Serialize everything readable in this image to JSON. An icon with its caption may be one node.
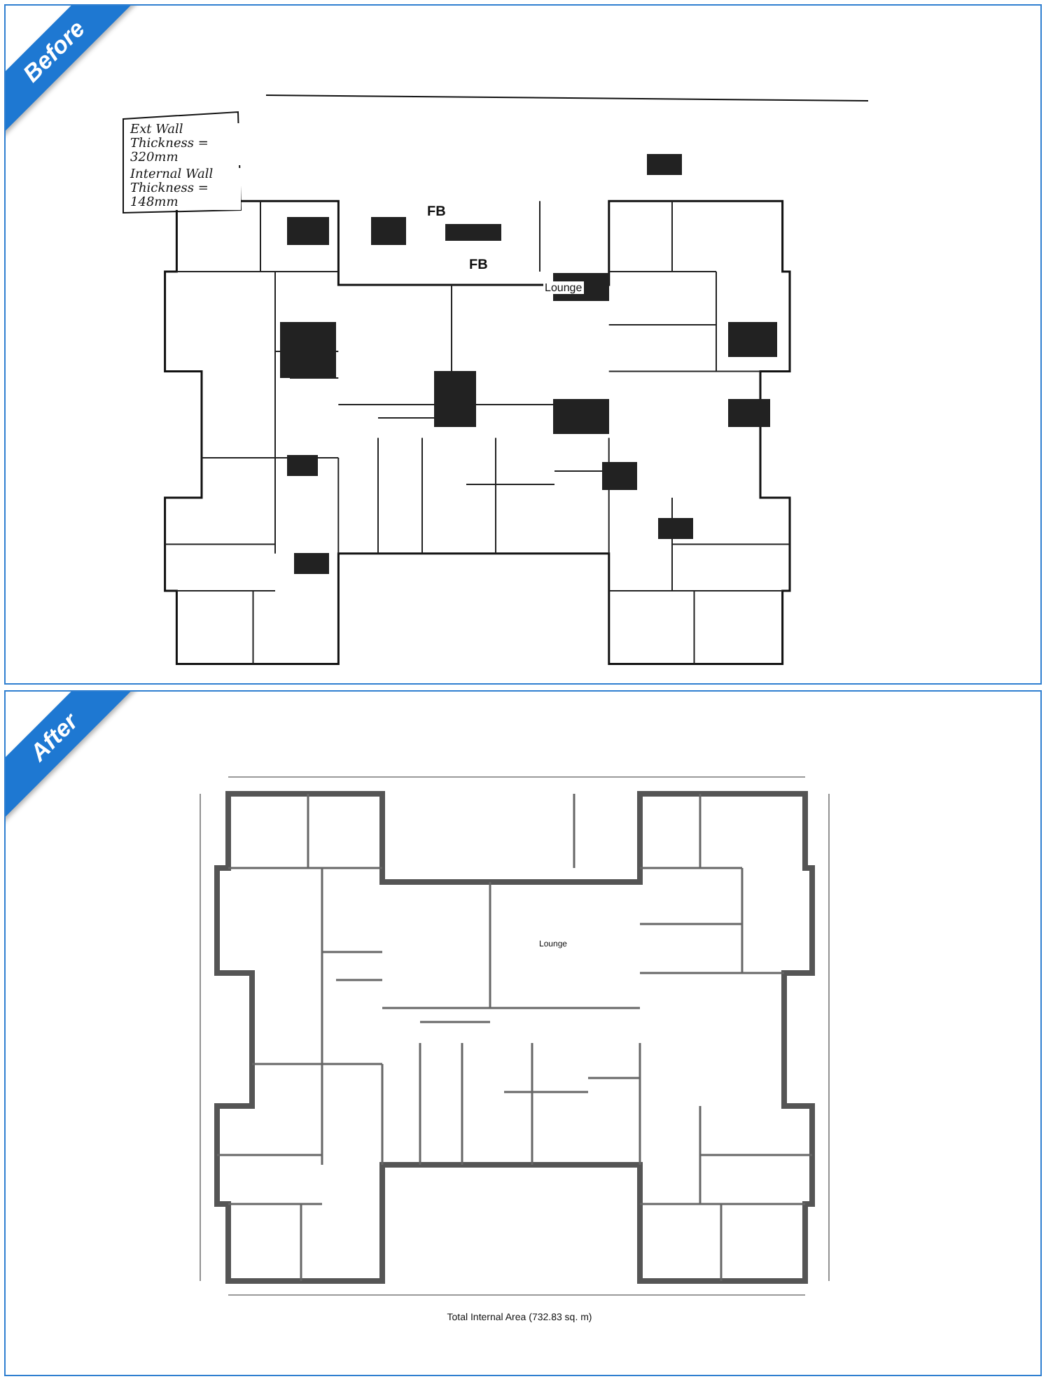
{
  "diagram": {
    "labels": [
      "Before",
      "Ext Wall Thickness = 320mm",
      "Internal Wall Thickness = 148mm",
      "FB",
      "FB",
      "Lounge",
      "After",
      "Lounge",
      "Total Internal Area (732.83 sq. m)"
    ]
  }
}
